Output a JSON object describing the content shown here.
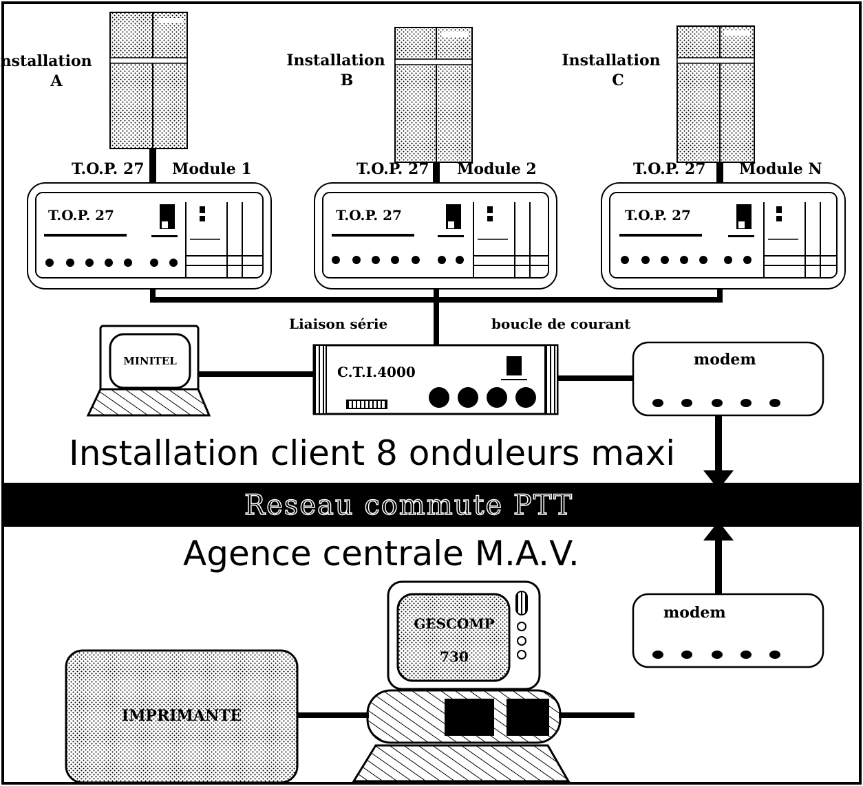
{
  "installations": [
    {
      "label": "Installation",
      "letter": "A",
      "top_label": "T.O.P. 27",
      "module_label": "Module 1"
    },
    {
      "label": "Installation",
      "letter": "B",
      "top_label": "T.O.P. 27",
      "module_label": "Module 2"
    },
    {
      "label": "Installation",
      "letter": "C",
      "top_label": "T.O.P. 27",
      "module_label": "Module N"
    }
  ],
  "module_panel_title": "T.O.P. 27",
  "liaison_label": "Liaison série",
  "boucle_label": "boucle de courant",
  "minitel_label": "MINITEL",
  "cti_label": "C.T.I.4000",
  "modem_top_label": "modem",
  "modem_bottom_label": "modem",
  "client_title": "Installation client 8 onduleurs maxi",
  "network_label": "Reseau commute PTT",
  "agency_title": "Agence centrale M.A.V.",
  "computer_label_1": "GESCOMP",
  "computer_label_2": "730",
  "printer_label": "IMPRIMANTE",
  "colors": {
    "ink": "#000000",
    "paper": "#ffffff",
    "band": "#000000"
  }
}
